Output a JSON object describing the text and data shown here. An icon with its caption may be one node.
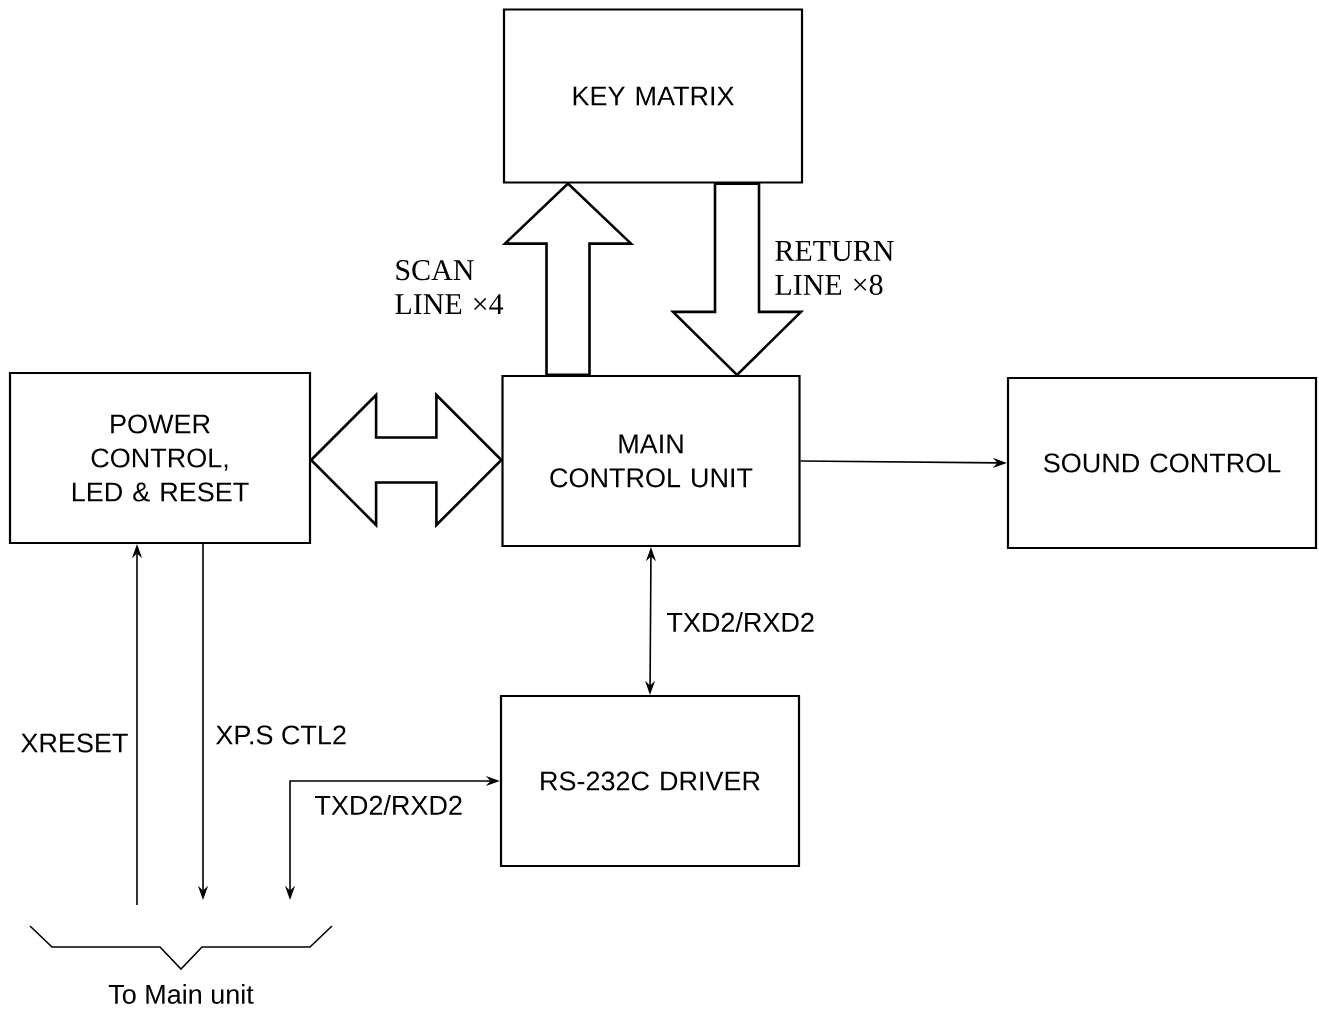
{
  "diagram": {
    "nodes": [
      {
        "text": [
          "KEY MATRIX"
        ]
      },
      {
        "text": [
          "POWER CONTROL, LED & RESET"
        ]
      },
      {
        "text": [
          "MAIN CONTROL UNIT"
        ]
      },
      {
        "text": [
          "SOUND CONTROL"
        ]
      },
      {
        "text": [
          "RS-232C DRIVER"
        ]
      }
    ],
    "edges": [
      {
        "from": 2,
        "to": 0,
        "arrow": "to",
        "style": "thick",
        "label": "SCAN LINE ×4"
      },
      {
        "from": 0,
        "to": 2,
        "arrow": "to",
        "style": "thick",
        "label": "RETURN LINE ×8"
      },
      {
        "from": 1,
        "to": 2,
        "arrow": "both",
        "style": "thick"
      },
      {
        "from": 2,
        "to": 3,
        "arrow": "to"
      },
      {
        "from": 2,
        "to": 4,
        "arrow": "both",
        "label": "TXD2/RXD2"
      },
      {
        "from": null,
        "to": 1,
        "arrow": "to",
        "label": "XRESET"
      },
      {
        "from": 1,
        "to": null,
        "arrow": "to",
        "label": "XP.S CTL2"
      },
      {
        "from": 4,
        "to": null,
        "arrow": "both",
        "label": "TXD2/RXD2"
      }
    ],
    "labels": [
      "To Main unit"
    ]
  }
}
